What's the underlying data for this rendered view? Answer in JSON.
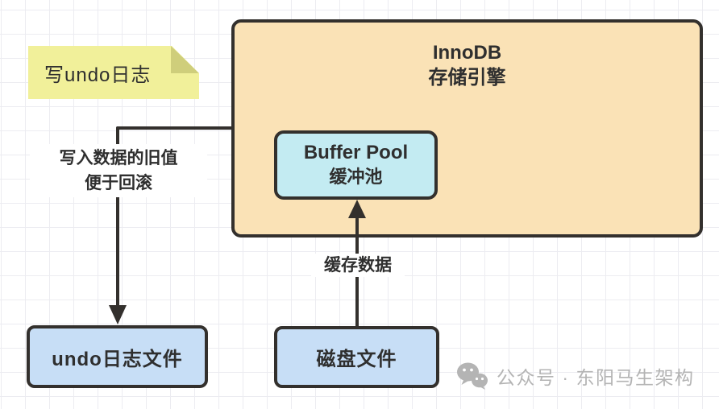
{
  "diagram": {
    "sticky_note": {
      "label": "写undo日志"
    },
    "innodb_box": {
      "title_line1": "InnoDB",
      "title_line2": "存储引擎"
    },
    "buffer_pool_box": {
      "line1": "Buffer Pool",
      "line2": "缓冲池"
    },
    "undo_edge_label": {
      "line1": "写入数据的旧值",
      "line2": "便于回滚"
    },
    "cache_edge_label": {
      "text": "缓存数据"
    },
    "undo_file_box": {
      "label": "undo日志文件"
    },
    "disk_file_box": {
      "label": "磁盘文件"
    },
    "watermark": {
      "icon": "wechat-icon",
      "text": "公众号 · 东阳马生架构"
    }
  },
  "colors": {
    "canvas-bg": "#ffffff",
    "grid-line": "#ececf1",
    "stroke": "#33302d",
    "text": "#2f2f2f",
    "sticky-fill": "#f1f09a",
    "sticky-fold": "#cfce7b",
    "innodb-fill": "#fae2b6",
    "buffer-fill": "#c3ebf2",
    "file-fill": "#c7def6",
    "watermark": "#b4b4b4"
  }
}
